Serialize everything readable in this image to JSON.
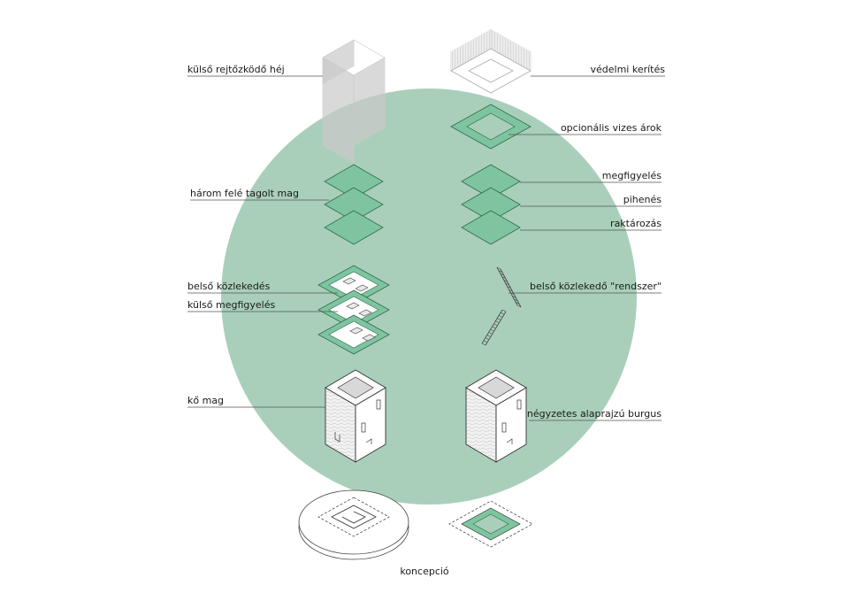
{
  "labels": {
    "outer_shell": "külső rejtőzködő héj",
    "defense_fence": "védelmi kerítés",
    "moat": "opcionális vizes árok",
    "three_part_core": "három felé tagolt mag",
    "observation": "megfigyelés",
    "rest": "pihenés",
    "storage": "raktározás",
    "inner_circulation": "belső közlekedés",
    "outer_observation": "külső megfigyelés",
    "inner_circulation_system": "belső közlekedő \"rendszer\"",
    "stone_core": "kő mag",
    "square_burgus": "négyzetes alaprajzú burgus",
    "concept": "koncepció"
  },
  "colors": {
    "circle": "#a9cfbb",
    "plate": "#7fc4a0",
    "plate_stroke": "#2f6b4a"
  }
}
